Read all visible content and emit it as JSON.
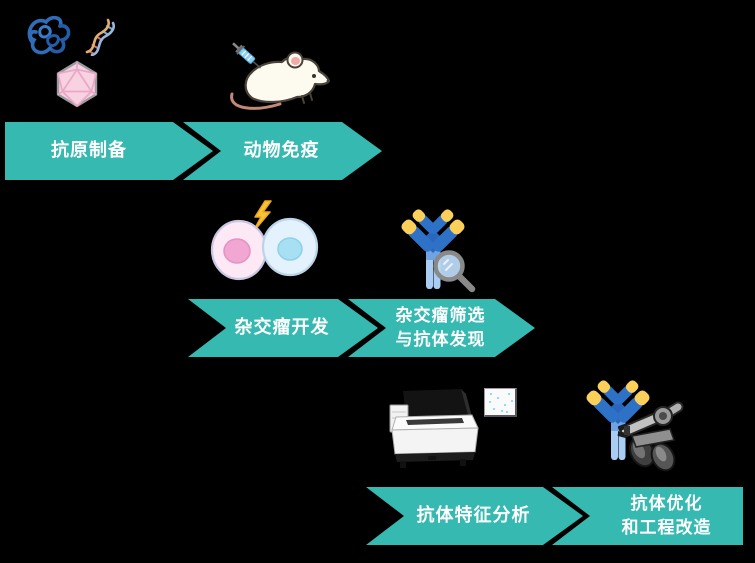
{
  "colors": {
    "background": "#000000",
    "arrow_fill": "#36b9b1",
    "arrow_text": "#ffffff",
    "antibody_blue": "#2e72c8",
    "antibody_yellow": "#fbd05a",
    "antibody_stem_light_blue": "#a9cdf3",
    "cell_pink": "#fce9f5",
    "cell_pink_nucleus": "#f2a6d2",
    "cell_blue": "#e3f2fc",
    "cell_blue_nucleus": "#a6e0f2",
    "virus_pink": "#f9d2e2",
    "lightning_yellow": "#f6c437",
    "protein_blue": "#2f6db8",
    "microplate_pink_well": "#f16fae",
    "microplate_cyan_well": "#5bd9ef"
  },
  "steps": [
    {
      "name": "antigen-preparation",
      "label": "抗原制备",
      "icons": [
        "protein-icon",
        "dna-icon",
        "virus-capsid-icon"
      ]
    },
    {
      "name": "animal-immunization",
      "label": "动物免疫",
      "icons": [
        "mouse-icon",
        "syringe-icon"
      ]
    },
    {
      "name": "hybridoma-development",
      "label": "杂交瘤开发",
      "icons": [
        "hybridoma-cells-icon",
        "lightning-bolt-icon"
      ]
    },
    {
      "name": "hybridoma-screening-and-antibody-discovery",
      "line1": "杂交瘤筛选",
      "line2": "与抗体发现",
      "icons": [
        "antibody-icon",
        "magnifying-glass-icon"
      ]
    },
    {
      "name": "antibody-characterization",
      "label": "抗体特征分析",
      "icons": [
        "plate-reader-icon",
        "microplate-icon"
      ]
    },
    {
      "name": "antibody-optimization-and-engineering",
      "line1": "抗体优化",
      "line2": "和工程改造",
      "icons": [
        "antibody-icon",
        "robotic-arm-icon"
      ]
    }
  ]
}
